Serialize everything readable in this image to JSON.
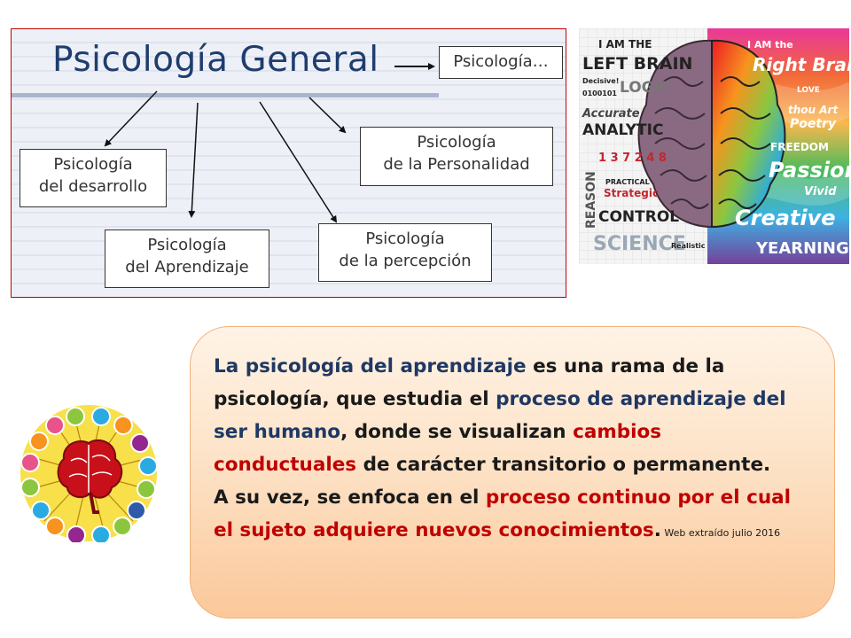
{
  "diagram": {
    "title": "Psicología General",
    "boxes": {
      "general": "Psicología…",
      "personalidad_1": "Psicología",
      "personalidad_2": "de la Personalidad",
      "desarrollo_1": "Psicología",
      "desarrollo_2": "del desarrollo",
      "aprendizaje_1": "Psicología",
      "aprendizaje_2": "del Aprendizaje",
      "percepcion_1": "Psicología",
      "percepcion_2": "de la percepción"
    }
  },
  "brain_image": {
    "words": {
      "left_title_1": "I AM THE",
      "left_title_2": "LEFT BRAIN",
      "logic": "LOGIC",
      "decisive": "Decisive!",
      "binary": "0100101",
      "accurate": "Accurate",
      "analytic": "ANALYTIC",
      "numbers": "1 3 7 2 4 8",
      "practical": "PRACTICAL",
      "strategic": "Strategic",
      "control": "CONTROL",
      "reason": "REASON",
      "science": "SCIENCE",
      "realistic": "Realistic",
      "right_title_1": "I AM the",
      "right_title_2": "Right Brain!",
      "love": "LOVE",
      "art": "thou Art",
      "poetry": "Poetry",
      "freedom": "FREEDOM",
      "passion": "Passion",
      "vivid": "Vivid",
      "creative": "Creative",
      "yearning": "YEARNING"
    }
  },
  "callout": {
    "p1_a": "La psicología del aprendizaje",
    "p1_b": " es una rama de la psicología, que estudia el ",
    "p1_c": "proceso de aprendizaje del ser humano",
    "p1_d": ", donde se visualizan ",
    "p1_e": "cambios conductuales",
    "p1_f": " de carácter transitorio o permanente.",
    "p2_a": "A su vez, se enfoca en el ",
    "p2_b": "proceso continuo por el cual el sujeto adquiere nuevos conocimientos",
    "p2_c": ".",
    "source": " Web extraído julio 2016"
  },
  "colors": {
    "title": "#1f3e6e",
    "blue_text": "#1f3864",
    "red_text": "#c00000",
    "frame": "#c00000",
    "wheel_yellow": "#f7e04a",
    "brain_red": "#c8101a"
  }
}
